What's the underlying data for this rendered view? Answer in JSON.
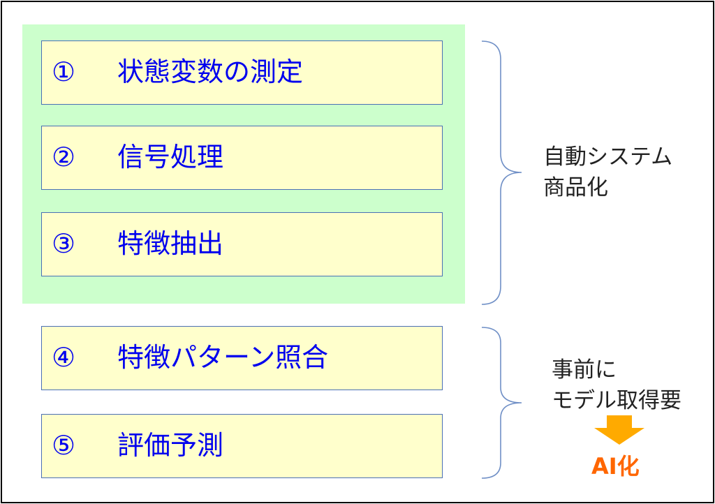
{
  "steps": [
    {
      "number": "①",
      "label": "状態変数の測定"
    },
    {
      "number": "②",
      "label": "信号処理"
    },
    {
      "number": "③",
      "label": "特徴抽出"
    },
    {
      "number": "④",
      "label": "特徴パターン照合"
    },
    {
      "number": "⑤",
      "label": "評価予測"
    }
  ],
  "upper_group": {
    "lines": [
      "自動システム",
      "商品化"
    ]
  },
  "lower_group": {
    "lines": [
      "事前に",
      "モデル取得要"
    ],
    "arrow_icon": "down-arrow-icon",
    "result_label": "AI化"
  },
  "colors": {
    "group_background": "#ccffcc",
    "box_fill": "#ffffcc",
    "box_border": "#4a6fb5",
    "step_text": "#0000ee",
    "brace": "#6f8fc6",
    "arrow": "#ffaa00",
    "result_text": "#ff6600"
  }
}
